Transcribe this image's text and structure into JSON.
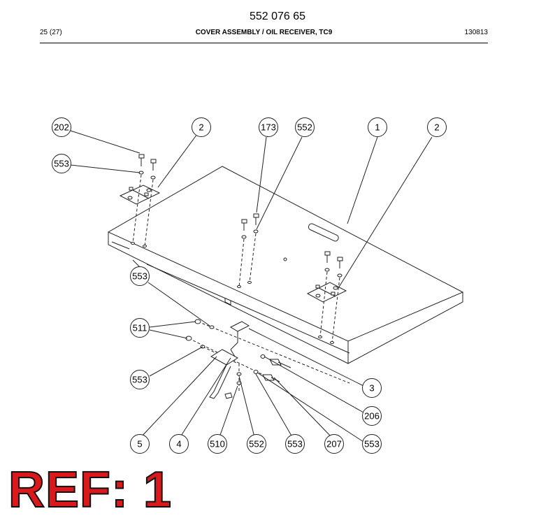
{
  "header": {
    "doc_number": "552 076 65",
    "page": "25 (27)",
    "title": "COVER ASSEMBLY / OIL RECEIVER, TC9",
    "date": "130813"
  },
  "callouts": [
    "202",
    "553",
    "2",
    "173",
    "552",
    "1",
    "2",
    "553",
    "511",
    "553",
    "3",
    "206",
    "5",
    "4",
    "510",
    "552",
    "553",
    "207",
    "553"
  ],
  "ref_label": "REF: 1"
}
